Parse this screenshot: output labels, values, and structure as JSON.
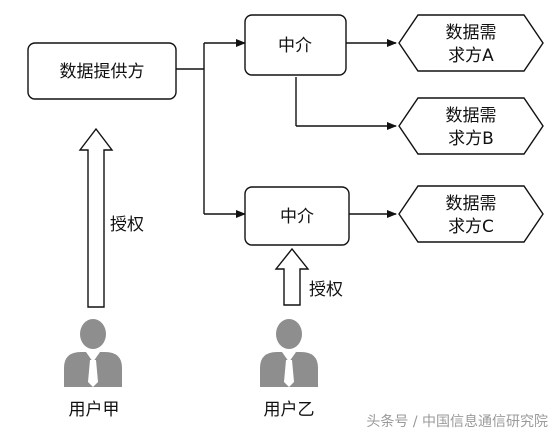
{
  "diagram": {
    "provider": "数据提供方",
    "broker1": "中介",
    "broker2": "中介",
    "demandA": {
      "line1": "数据需",
      "line2": "求方A"
    },
    "demandB": {
      "line1": "数据需",
      "line2": "求方B"
    },
    "demandC": {
      "line1": "数据需",
      "line2": "求方C"
    },
    "auth1": "授权",
    "auth2": "授权",
    "userA": "用户甲",
    "userB": "用户乙"
  },
  "watermark": "头条号 / 中国信息通信研究院"
}
